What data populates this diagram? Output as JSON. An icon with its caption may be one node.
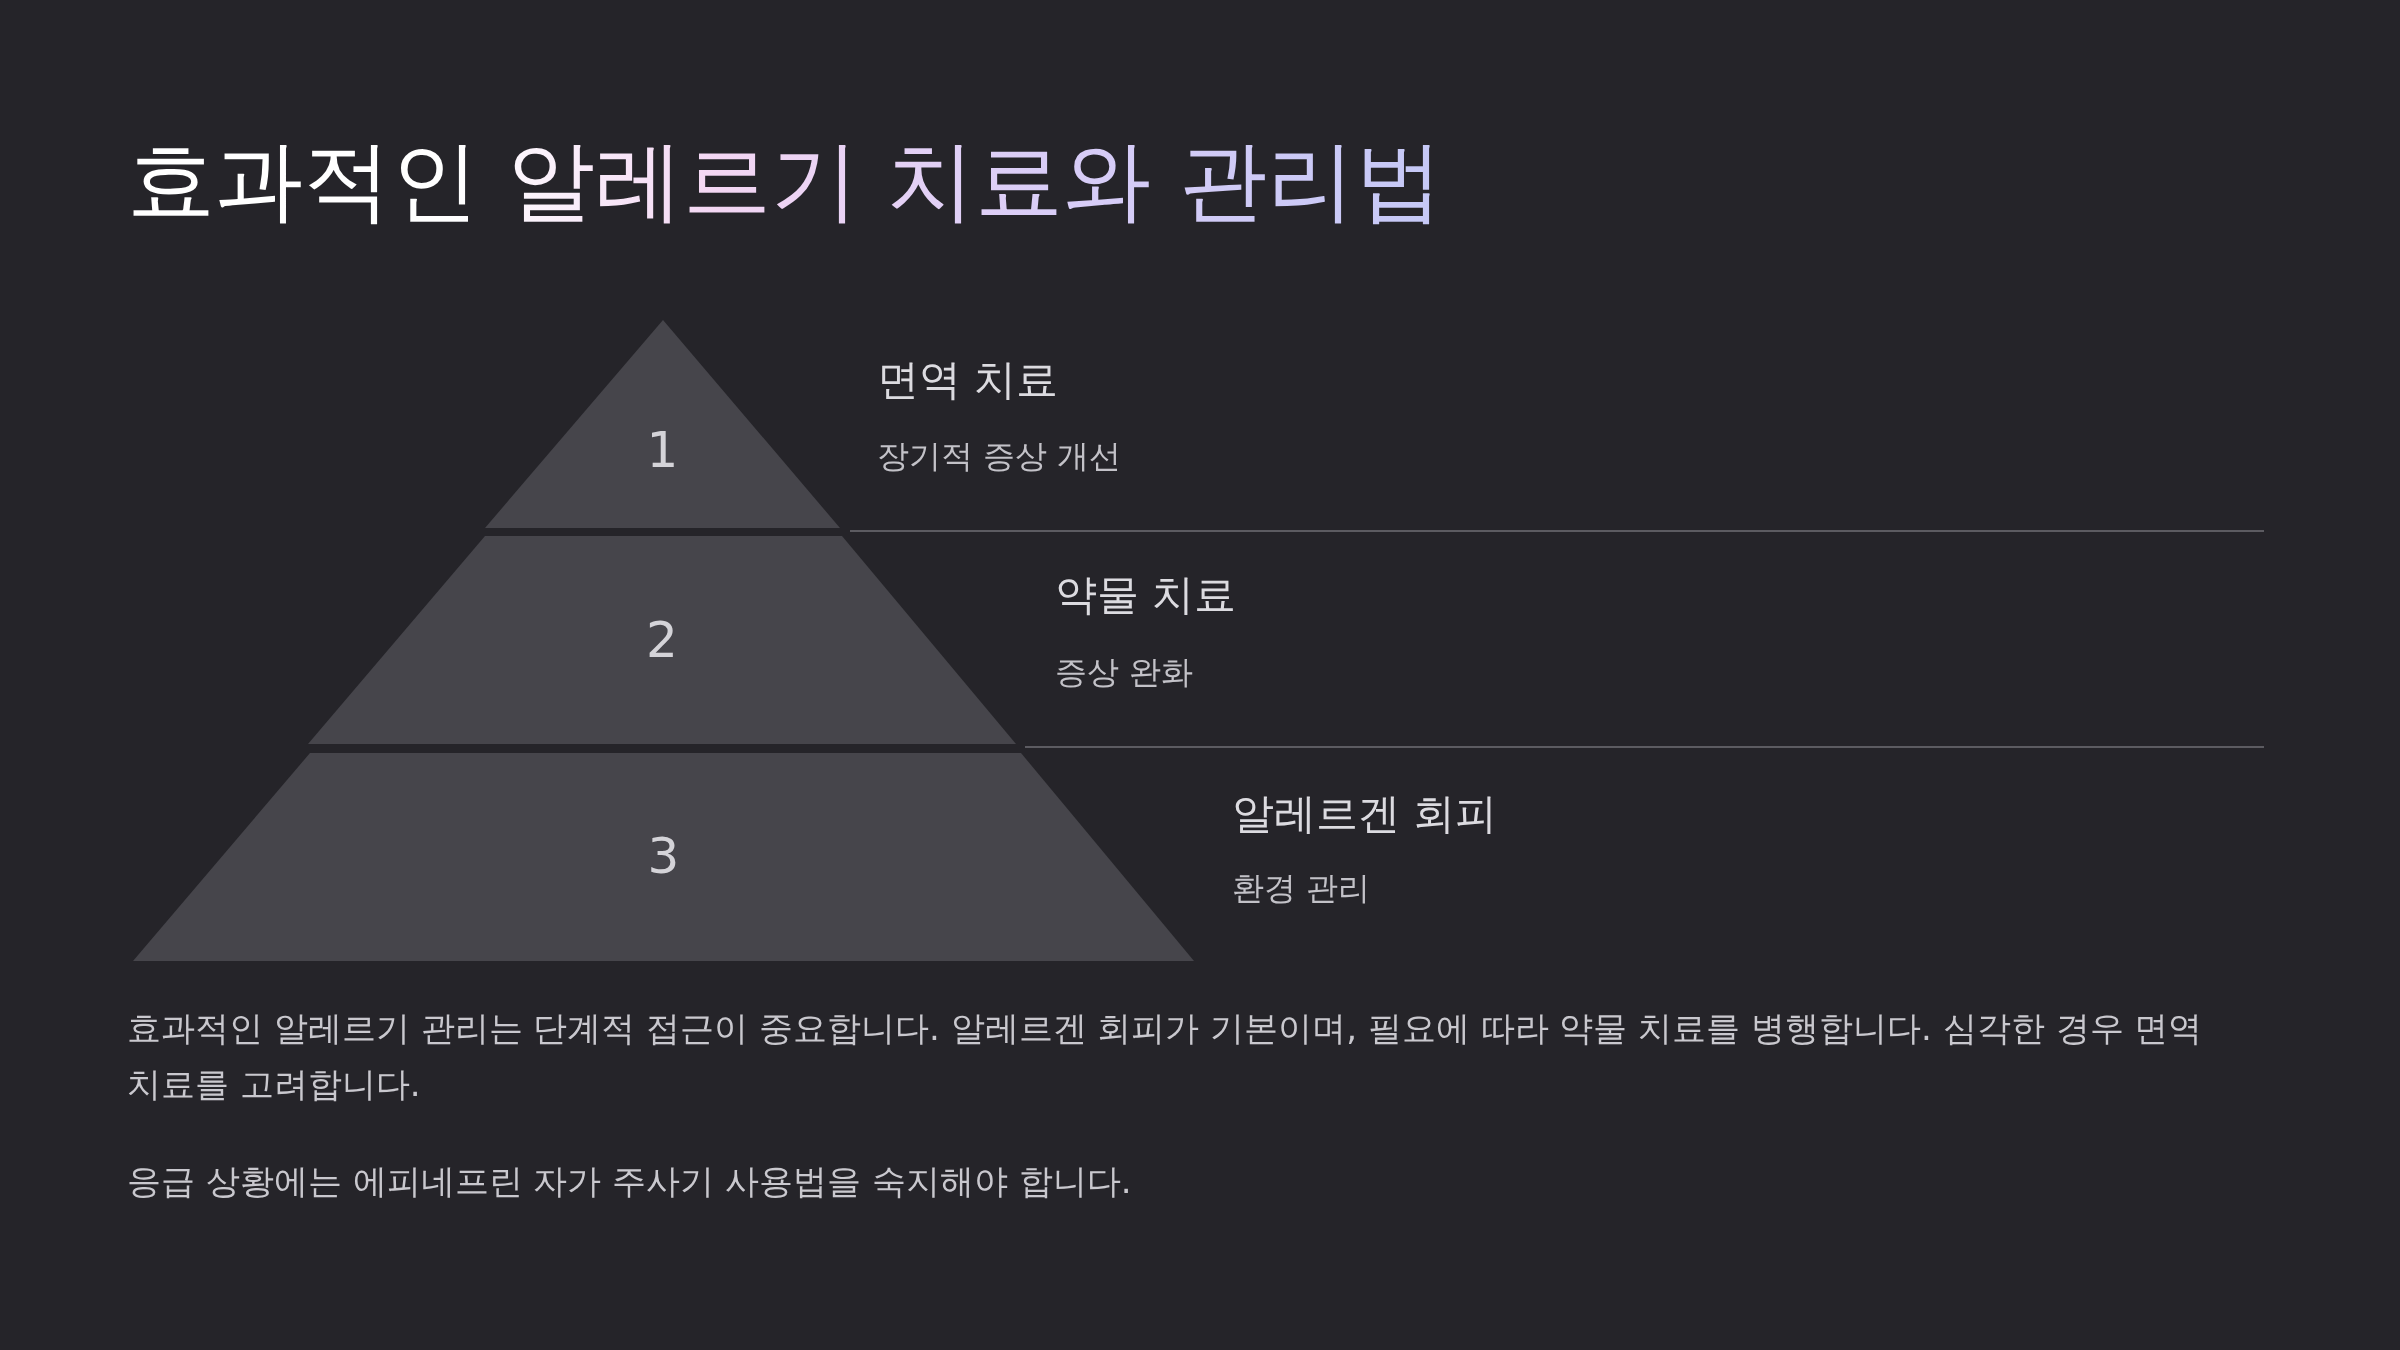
{
  "diagram": {
    "title": "효과적인 알레르기 치료와 관리법",
    "nodes": [
      {
        "text": [
          "1"
        ],
        "beside": [
          "면역 치료",
          "장기적 증상 개선"
        ]
      },
      {
        "text": [
          "2"
        ],
        "beside": [
          "약물 치료",
          "증상 완화"
        ]
      },
      {
        "text": [
          "3"
        ],
        "beside": [
          "알레르겐 회피",
          "환경 관리"
        ]
      }
    ],
    "edges": [],
    "labels": [
      "효과적인 알레르기 관리는 단계적 접근이 중요합니다. 알레르겐 회피가 기본이며, 필요에 따라 약물 치료를 병행합니다. 심각한 경우 면역 치료를 고려합니다.",
      "응급 상황에는 에피네프린 자가 주사기 사용법을 숙지해야 합니다."
    ]
  }
}
